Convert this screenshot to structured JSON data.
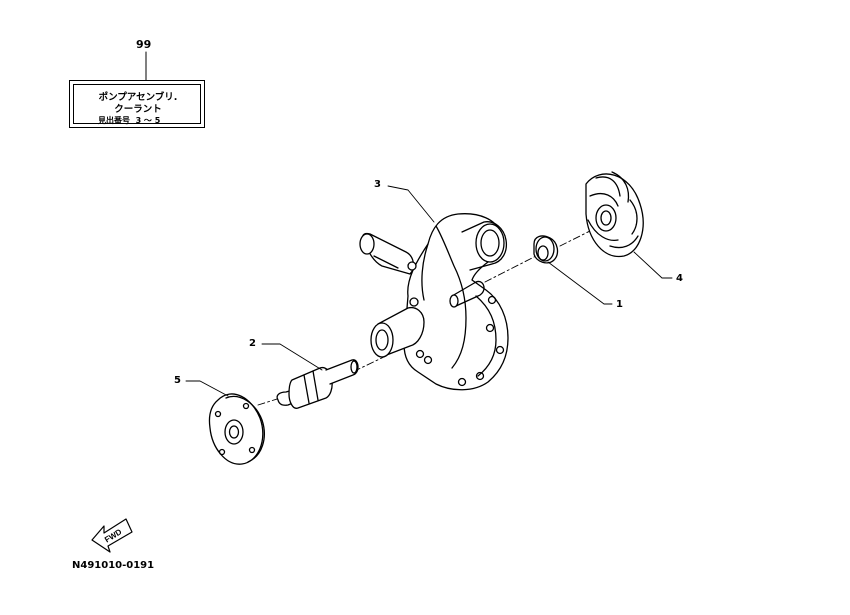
{
  "reference": {
    "number": "99",
    "name_line1": "ポンプアセンブリ.",
    "name_line2": "クーラント",
    "index_label": "見出番号",
    "index_range": "3 ～ 5"
  },
  "callouts": {
    "part1": "1",
    "part2": "2",
    "part3": "3",
    "part4": "4",
    "part5": "5"
  },
  "fwd_label": "FWD",
  "illustration_code": "N491010-0191"
}
